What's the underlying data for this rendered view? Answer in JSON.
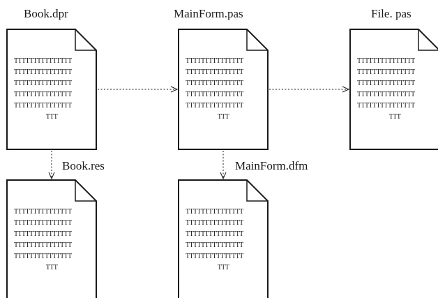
{
  "colors": {
    "stroke": "#1a1a1a",
    "background": "#ffffff"
  },
  "documents": [
    {
      "id": "book-dpr",
      "label": "Book.dpr",
      "filler_lines": [
        "TTTTTTTTTTTTTTT",
        "TTTTTTTTTTTTTTT",
        "TTTTTTTTTTTTTTT",
        "TTTTTTTTTTTTTTT",
        "TTTTTTTTTTTTTTT"
      ],
      "last_line": "TTT"
    },
    {
      "id": "mainform-pas",
      "label": "MainForm.pas",
      "filler_lines": [
        "TTTTTTTTTTTTTTT",
        "TTTTTTTTTTTTTTT",
        "TTTTTTTTTTTTTTT",
        "TTTTTTTTTTTTTTT",
        "TTTTTTTTTTTTTTT"
      ],
      "last_line": "TTT"
    },
    {
      "id": "file-pas",
      "label": "File. pas",
      "filler_lines": [
        "TTTTTTTTTTTTTTT",
        "TTTTTTTTTTTTTTT",
        "TTTTTTTTTTTTTTT",
        "TTTTTTTTTTTTTTT",
        "TTTTTTTTTTTTTTT"
      ],
      "last_line": "TTT"
    },
    {
      "id": "book-res",
      "label": "Book.res",
      "filler_lines": [
        "TTTTTTTTTTTTTTT",
        "TTTTTTTTTTTTTTT",
        "TTTTTTTTTTTTTTT",
        "TTTTTTTTTTTTTTT",
        "TTTTTTTTTTTTTTT"
      ],
      "last_line": "TTT"
    },
    {
      "id": "mainform-dfm",
      "label": "MainForm.dfm",
      "filler_lines": [
        "TTTTTTTTTTTTTTT",
        "TTTTTTTTTTTTTTT",
        "TTTTTTTTTTTTTTT",
        "TTTTTTTTTTTTTTT",
        "TTTTTTTTTTTTTTT"
      ],
      "last_line": "TTT"
    }
  ],
  "connections": [
    {
      "from": "book-dpr",
      "to": "mainform-pas"
    },
    {
      "from": "mainform-pas",
      "to": "file-pas"
    },
    {
      "from": "book-dpr",
      "to": "book-res"
    },
    {
      "from": "mainform-pas",
      "to": "mainform-dfm"
    }
  ]
}
